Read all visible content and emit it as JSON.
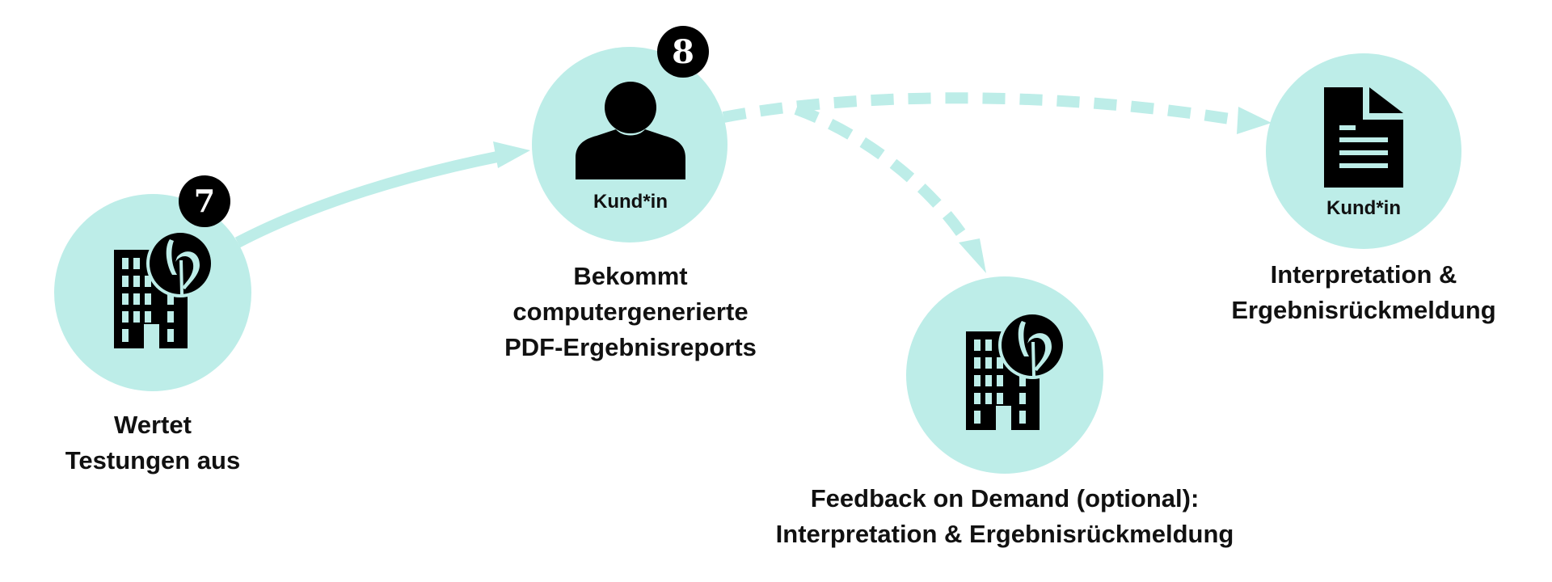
{
  "colors": {
    "node_fill": "#bdede8",
    "icon": "#000000",
    "badge_fill": "#000000",
    "badge_text": "#ffffff",
    "arrow": "#bdede8",
    "text": "#111111"
  },
  "nodes": [
    {
      "id": "institute",
      "icon": "building-with-logo-icon",
      "badge": "7",
      "label_lines": [
        "Wertet",
        "Testungen aus"
      ]
    },
    {
      "id": "customer-receives",
      "icon": "person-icon",
      "badge": "8",
      "inner_label": "Kund*in",
      "label_lines": [
        "Bekommt",
        "computergenerierte",
        "PDF-Ergebnisreports"
      ]
    },
    {
      "id": "institute-feedback",
      "icon": "building-with-logo-icon",
      "label_lines": [
        "Feedback on Demand (optional):",
        "Interpretation & Ergebnisrückmeldung"
      ]
    },
    {
      "id": "customer-interprets",
      "icon": "document-icon",
      "inner_label": "Kund*in",
      "label_lines": [
        "Interpretation &",
        "Ergebnisrückmeldung"
      ]
    }
  ],
  "edges": [
    {
      "from": "institute",
      "to": "customer-receives",
      "style": "solid"
    },
    {
      "from": "customer-receives",
      "to": "customer-interprets",
      "style": "dashed"
    },
    {
      "from": "customer-receives",
      "to": "institute-feedback",
      "style": "dashed"
    }
  ]
}
